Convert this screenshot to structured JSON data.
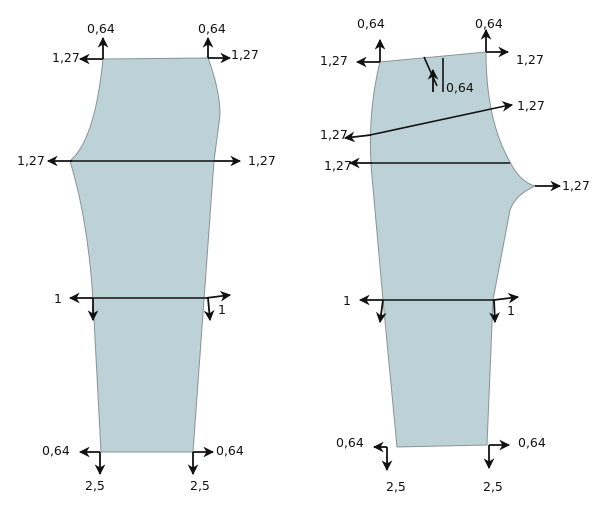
{
  "colors": {
    "piece_fill": "#bdd2d6",
    "outline": "#8a9396",
    "arrow": "#111111"
  },
  "front_piece": {
    "top_left": {
      "up": "0,64",
      "side": "1,27"
    },
    "top_right": {
      "up": "0,64",
      "side": "1,27"
    },
    "crotch_left": "1,27",
    "crotch_right": "1,27",
    "knee_left": "1",
    "knee_right": "1",
    "hem_left": {
      "side": "0,64",
      "down": "2,5"
    },
    "hem_right": {
      "side": "0,64",
      "down": "2,5"
    }
  },
  "back_piece": {
    "top_left": {
      "up": "0,64",
      "side": "1,27"
    },
    "top_right": {
      "up": "0,64",
      "side": "1,27"
    },
    "dart": "0,64",
    "hip_left": "1,27",
    "hip_right": "1,27",
    "crotch_left": "1,27",
    "crotch_right": "1,27",
    "knee_left": "1",
    "knee_right": "1",
    "hem_left": {
      "side": "0,64",
      "down": "2,5"
    },
    "hem_right": {
      "side": "0,64",
      "down": "2,5"
    }
  }
}
